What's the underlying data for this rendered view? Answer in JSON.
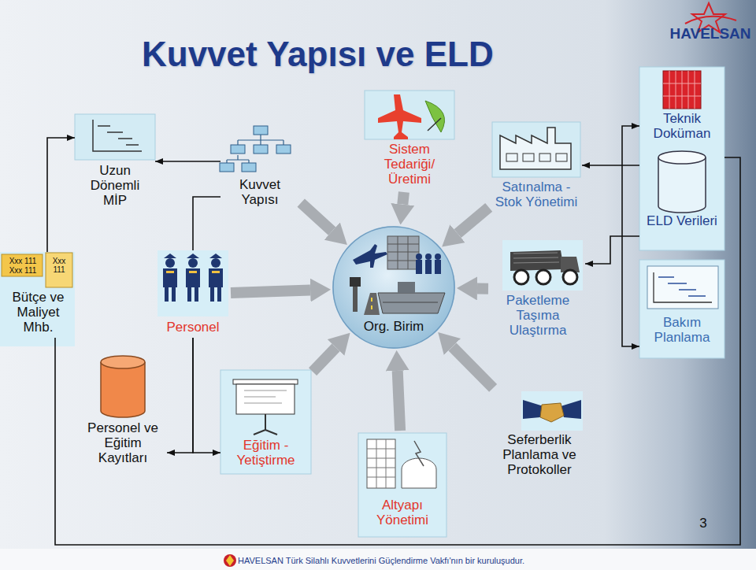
{
  "diagram": {
    "title": "Kuvvet Yapısı ve ELD",
    "nodes": [
      {
        "text": [
          "Uzun Dönemli MİP"
        ]
      },
      {
        "text": [
          "Kuvvet Yapısı"
        ]
      },
      {
        "text": [
          "Sistem Tedariği/ Üretimi"
        ]
      },
      {
        "text": [
          "Satınalma -Stok Yönetimi"
        ]
      },
      {
        "text": [
          "Teknik Doküman",
          "ELD Verileri"
        ]
      },
      {
        "text": [
          "Bütçe ve Maliyet Mhb."
        ]
      },
      {
        "text": [
          "Personel"
        ]
      },
      {
        "text": [
          "Org. Birim"
        ]
      },
      {
        "text": [
          "Paketleme Taşıma Ulaştırma"
        ]
      },
      {
        "text": [
          "Bakım Planlama"
        ]
      },
      {
        "text": [
          "Personel ve Eğitim Kayıtları"
        ]
      },
      {
        "text": [
          "Eğitim - Yetiştirme"
        ]
      },
      {
        "text": [
          "Altyapı Yönetimi"
        ]
      },
      {
        "text": [
          "Seferberlik Planlama ve Protokoller"
        ]
      }
    ],
    "edges": [
      {
        "from": 1,
        "to": 0,
        "arrow": "to"
      },
      {
        "from": 5,
        "to": 0,
        "arrow": "to"
      },
      {
        "from": 6,
        "to": 1,
        "arrow": "none"
      },
      {
        "from": 6,
        "to": 10,
        "arrow": "to"
      },
      {
        "from": 6,
        "to": 11,
        "arrow": "to"
      },
      {
        "from": 4,
        "to": 3,
        "arrow": "to"
      },
      {
        "from": 4,
        "to": 8,
        "arrow": "to"
      },
      {
        "from": 4,
        "to": 9,
        "arrow": "both"
      },
      {
        "from": 5,
        "to": 4,
        "arrow": "none"
      },
      {
        "from": 1,
        "to": 7,
        "arrow": "to"
      },
      {
        "from": 2,
        "to": 7,
        "arrow": "to"
      },
      {
        "from": 3,
        "to": 7,
        "arrow": "to"
      },
      {
        "from": 6,
        "to": 7,
        "arrow": "to"
      },
      {
        "from": 8,
        "to": 7,
        "arrow": "to"
      },
      {
        "from": 11,
        "to": 7,
        "arrow": "to"
      },
      {
        "from": 12,
        "to": 7,
        "arrow": "to"
      },
      {
        "from": 13,
        "to": 7,
        "arrow": "to"
      }
    ],
    "labels": [
      "HAVELSAN",
      "Xxx 111",
      "Xxx 111",
      "Xxx 111",
      "3",
      "HAVELSAN Türk Silahlı Kuvvetlerini Güçlendirme Vakfı'nın bir kuruluşudur."
    ]
  }
}
